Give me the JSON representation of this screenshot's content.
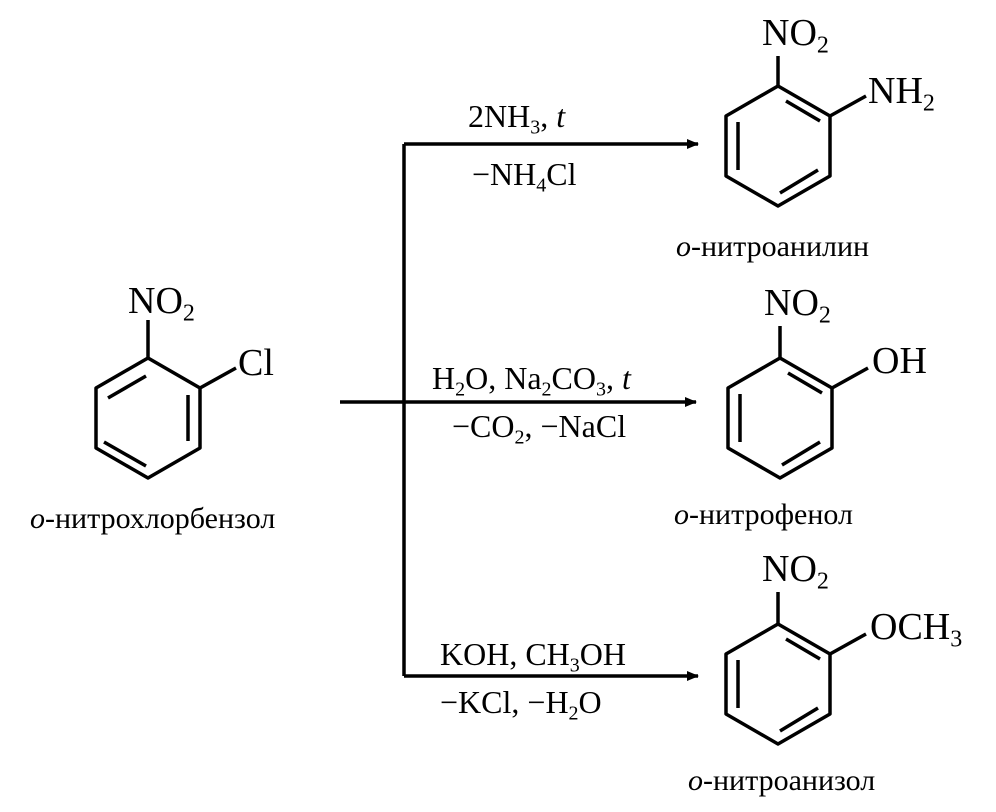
{
  "reactant": {
    "name_prefix": "o-",
    "name_rest": "нитрохлорбензол",
    "groups": {
      "top": "NO",
      "top_sub": "2",
      "side": "Cl"
    }
  },
  "reactions": [
    {
      "conditions_above": {
        "a": "2NH",
        "a_sub": "3",
        "b": ", ",
        "t": "t"
      },
      "conditions_below": {
        "a": "−NH",
        "a_sub": "4",
        "b": "Cl"
      },
      "product": {
        "top": "NO",
        "top_sub": "2",
        "side": "NH",
        "side_sub": "2",
        "name_prefix": "o-",
        "name_rest": "нитроанилин"
      }
    },
    {
      "conditions_above": {
        "a": "H",
        "a_sub": "2",
        "b": "O, Na",
        "b_sub": "2",
        "c": "CO",
        "c_sub": "3",
        "d": ", ",
        "t": "t"
      },
      "conditions_below": {
        "a": "−CO",
        "a_sub": "2",
        "b": ", −NaCl"
      },
      "product": {
        "top": "NO",
        "top_sub": "2",
        "side": "OH",
        "name_prefix": "o-",
        "name_rest": "нитрофенол"
      }
    },
    {
      "conditions_above": {
        "a": "KOH, CH",
        "a_sub": "3",
        "b": "OH"
      },
      "conditions_below": {
        "a": "−KCl, −H",
        "a_sub": "2",
        "b": "O"
      },
      "product": {
        "top": "NO",
        "top_sub": "2",
        "side": "OCH",
        "side_sub": "3",
        "name_prefix": "o-",
        "name_rest": "нитроанизол"
      }
    }
  ]
}
